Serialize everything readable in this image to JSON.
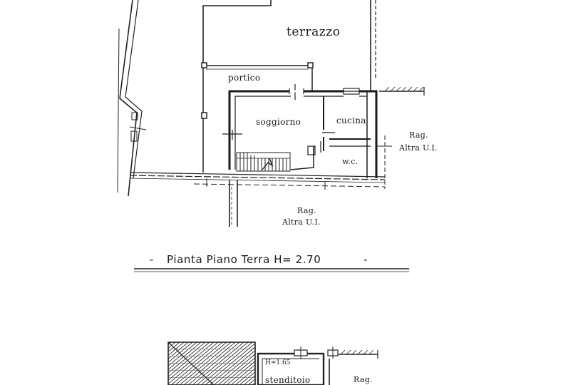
{
  "rooms": {
    "terrazzo": "terrazzo",
    "portico": "portico",
    "soggiorno": "soggiorno",
    "cucina": "cucina",
    "wc": "w.c."
  },
  "neighbors": {
    "right": {
      "line1": "Rag.",
      "line2": "Altra U.I."
    },
    "bottom": {
      "line1": "Rag.",
      "line2": "Altra U.I."
    }
  },
  "caption": {
    "dash_left": "-",
    "text": "Pianta Piano Terra H= 2.70",
    "dash_right": "-"
  },
  "second_plan": {
    "height_note": "H=1.65",
    "room": "stenditoio",
    "neighbor": "Rag."
  }
}
